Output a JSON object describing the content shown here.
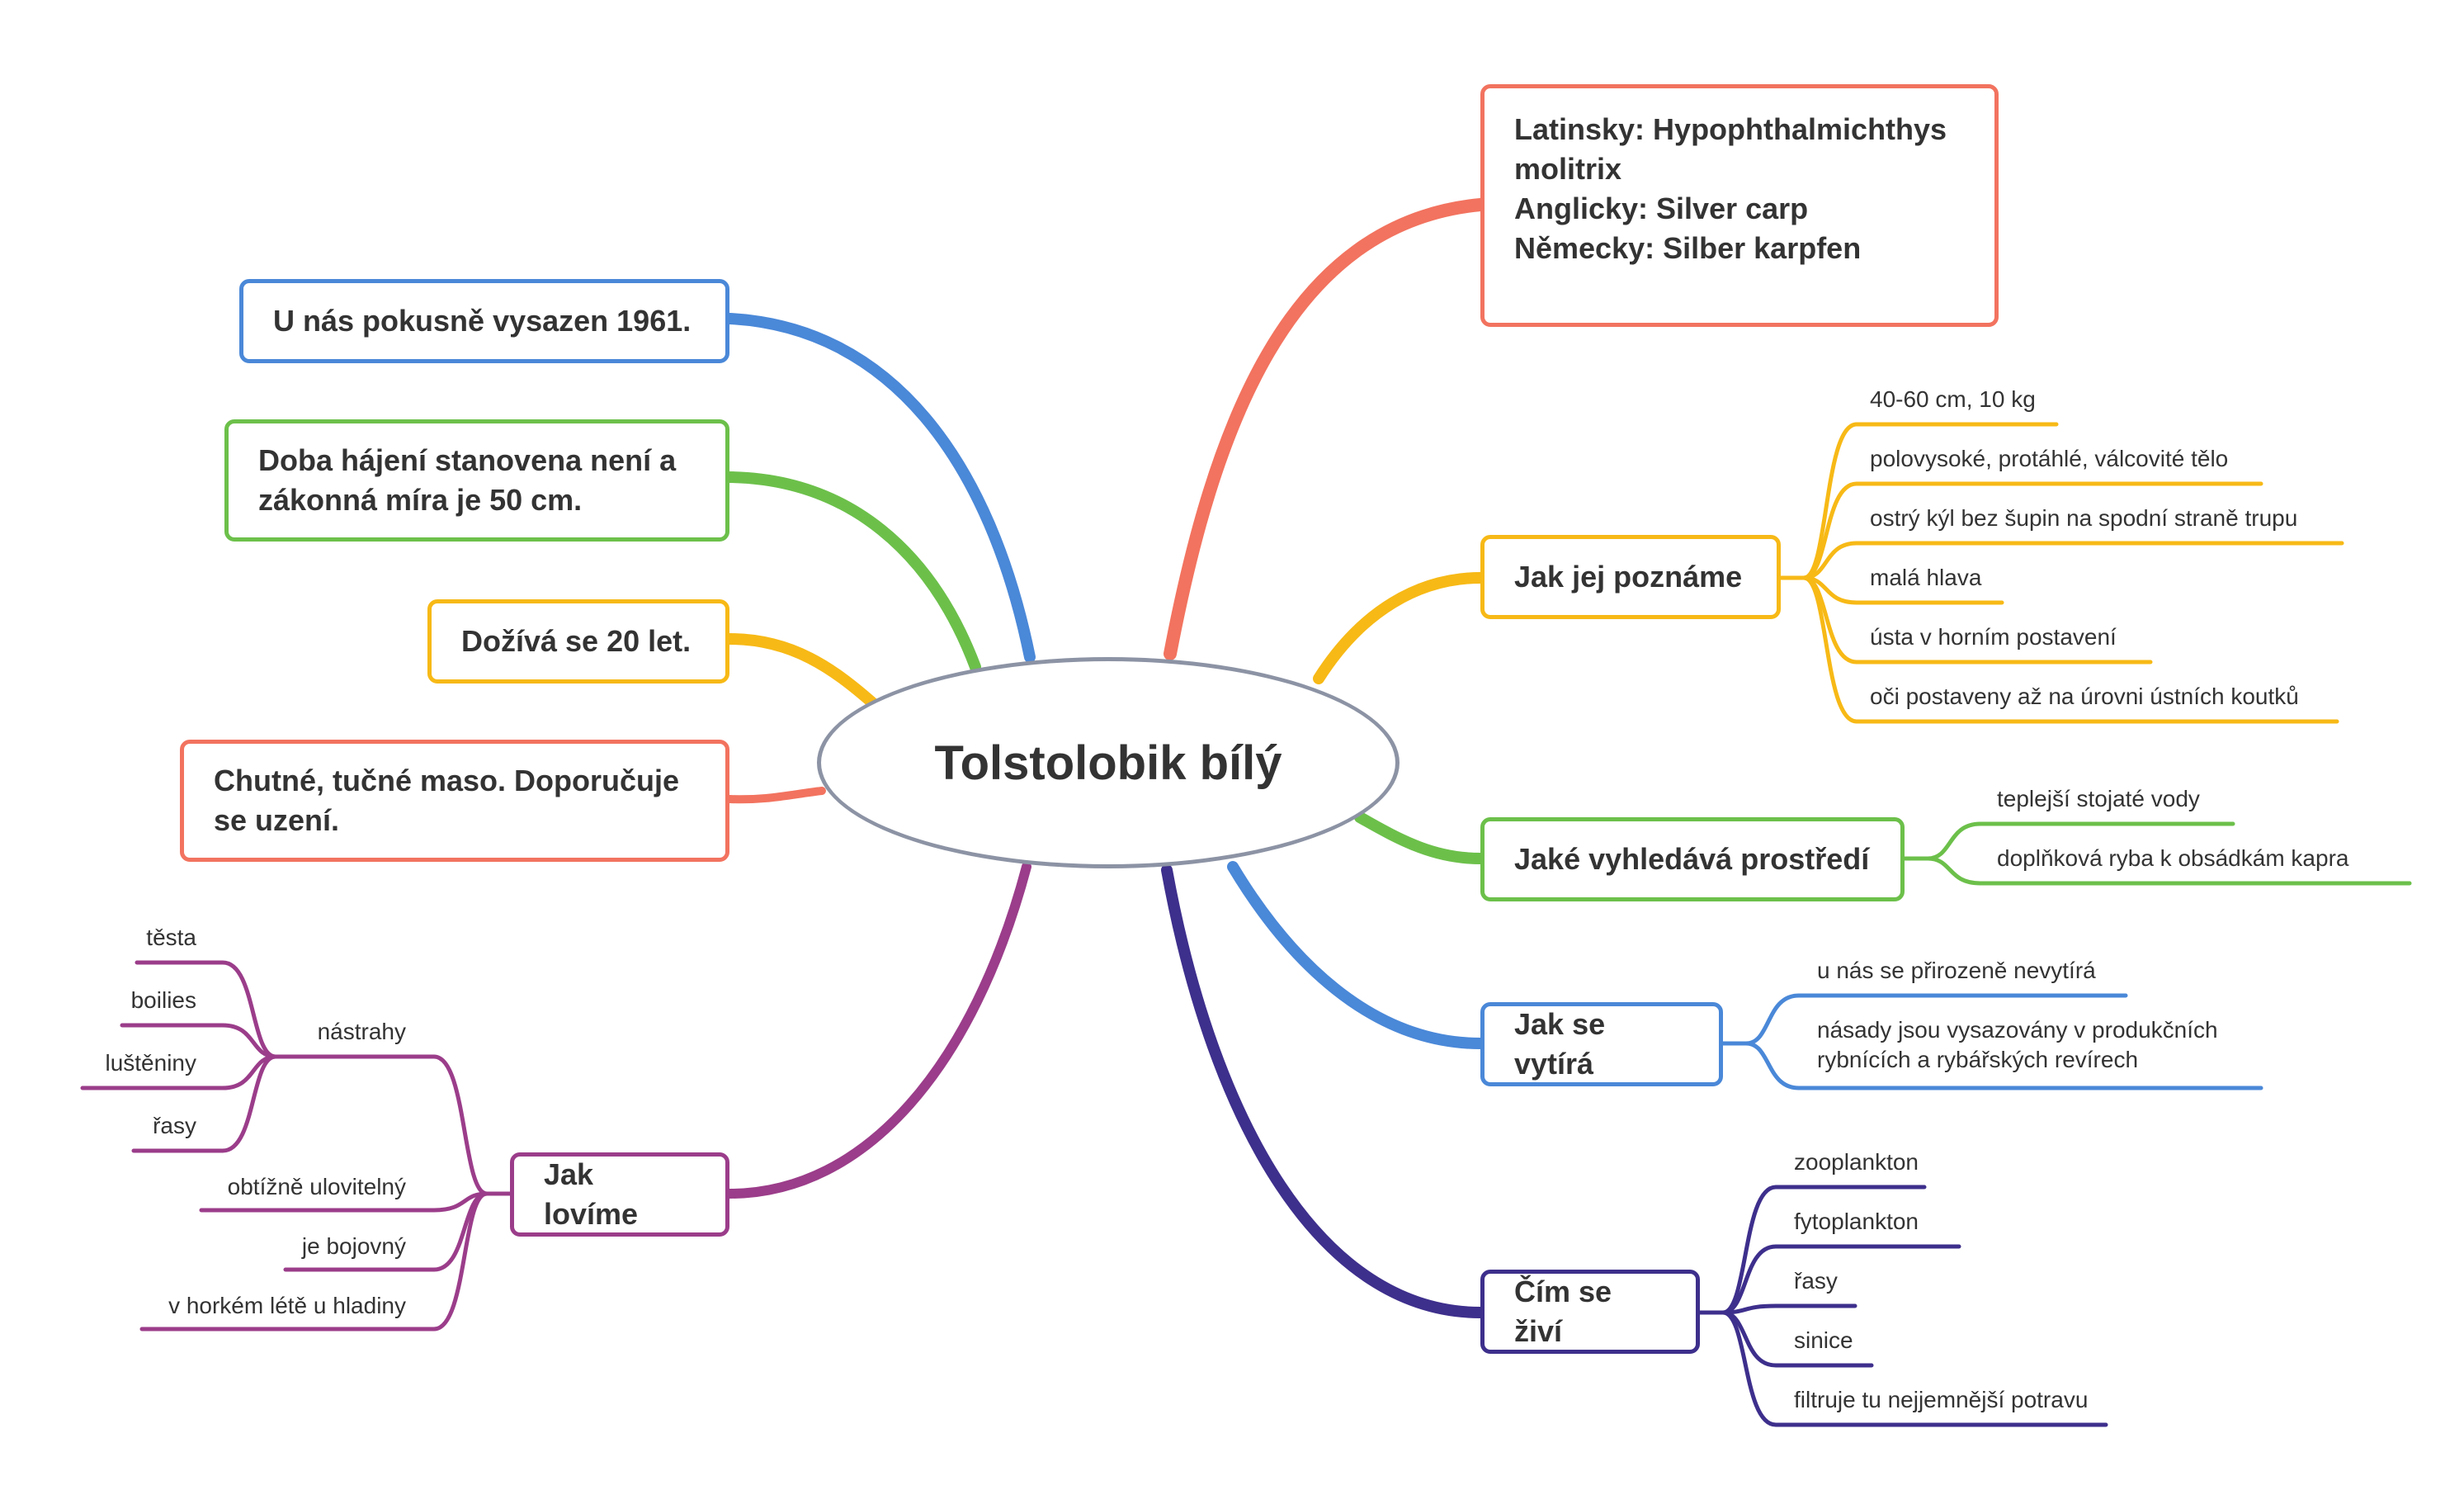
{
  "colors": {
    "red": "#f2735f",
    "yellow": "#f7b916",
    "green": "#6cc04a",
    "blue": "#4a88d8",
    "indigo": "#3d2f8c",
    "purple": "#9b3d8a",
    "center_border": "#8c93a4"
  },
  "center": {
    "label": "Tolstolobik bílý"
  },
  "right": {
    "names": {
      "lines": [
        "Latinsky: Hypophthalmichthys",
        "molitrix",
        "Anglicky: Silver carp",
        "Německy: Silber karpfen"
      ]
    },
    "recognize": {
      "label": "Jak jej poznáme",
      "items": [
        "40-60 cm, 10 kg",
        "polovysoké, protáhlé, válcovité tělo",
        "ostrý kýl bez šupin na spodní straně trupu",
        "malá hlava",
        "ústa v horním postavení",
        "oči postaveny až na úrovni ústních koutků"
      ]
    },
    "habitat": {
      "label": "Jaké vyhledává prostředí",
      "items": [
        "teplejší stojaté vody",
        "doplňková ryba k obsádkám kapra"
      ]
    },
    "spawning": {
      "label": "Jak se vytírá",
      "items": [
        "u nás se přirozeně nevytírá",
        "násady jsou vysazovány v produkčních rybnících a rybářských revírech"
      ]
    },
    "food": {
      "label": "Čím se živí",
      "items": [
        "zooplankton",
        "fytoplankton",
        "řasy",
        "sinice",
        "filtruje tu nejjemnější potravu"
      ]
    }
  },
  "left": {
    "introduced": {
      "label": "U nás pokusně vysazen 1961."
    },
    "protection": {
      "label": "Doba hájení stanovena není a zákonná míra je 50 cm."
    },
    "lifespan": {
      "label": "Dožívá se 20 let."
    },
    "meat": {
      "label": "Chutné, tučné maso. Doporučuje se uzení."
    },
    "fishing": {
      "label": "Jak lovíme",
      "bait": {
        "label": "nástrahy",
        "items": [
          "těsta",
          "boilies",
          "luštěniny",
          "řasy"
        ]
      },
      "items": [
        "obtížně ulovitelný",
        "je bojovný",
        "v horkém létě u hladiny"
      ]
    }
  }
}
